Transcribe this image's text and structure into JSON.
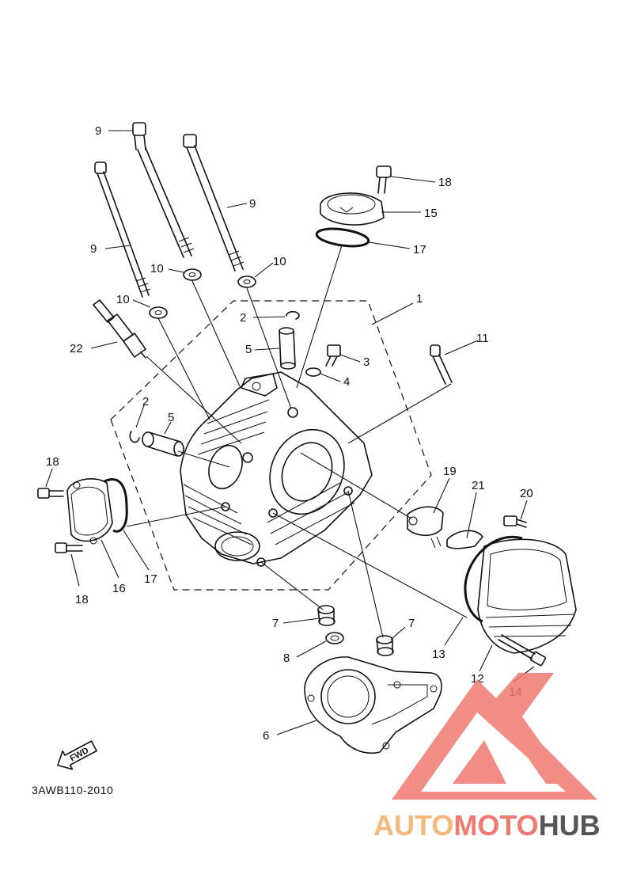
{
  "diagram": {
    "drawing_code": "3AWB110-2010",
    "direction_label": "FWD",
    "callouts": [
      "1",
      "2",
      "2",
      "3",
      "4",
      "5",
      "5",
      "6",
      "7",
      "7",
      "8",
      "9",
      "9",
      "9",
      "10",
      "10",
      "10",
      "11",
      "12",
      "13",
      "14",
      "15",
      "16",
      "17",
      "17",
      "18",
      "18",
      "18",
      "19",
      "20",
      "21",
      "22"
    ]
  },
  "watermark": {
    "part1": "AUTO",
    "part2": "MOTO",
    "part3": "HUB",
    "color_primary": "#f07a72",
    "color_secondary": "#f5b87a",
    "color_dark": "#555555"
  }
}
